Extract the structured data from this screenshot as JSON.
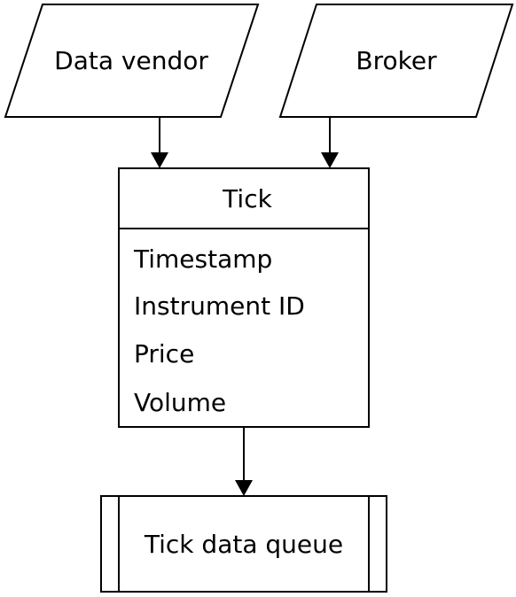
{
  "diagram": {
    "inputs": [
      {
        "label": "Data vendor",
        "shape": "parallelogram"
      },
      {
        "label": "Broker",
        "shape": "parallelogram"
      }
    ],
    "tick_class": {
      "title": "Tick",
      "fields": [
        "Timestamp",
        "Instrument ID",
        "Price",
        "Volume"
      ]
    },
    "output": {
      "label": "Tick data queue",
      "shape": "predefined-process"
    }
  },
  "colors": {
    "stroke": "#000000",
    "fill": "#ffffff",
    "text": "#000000"
  }
}
